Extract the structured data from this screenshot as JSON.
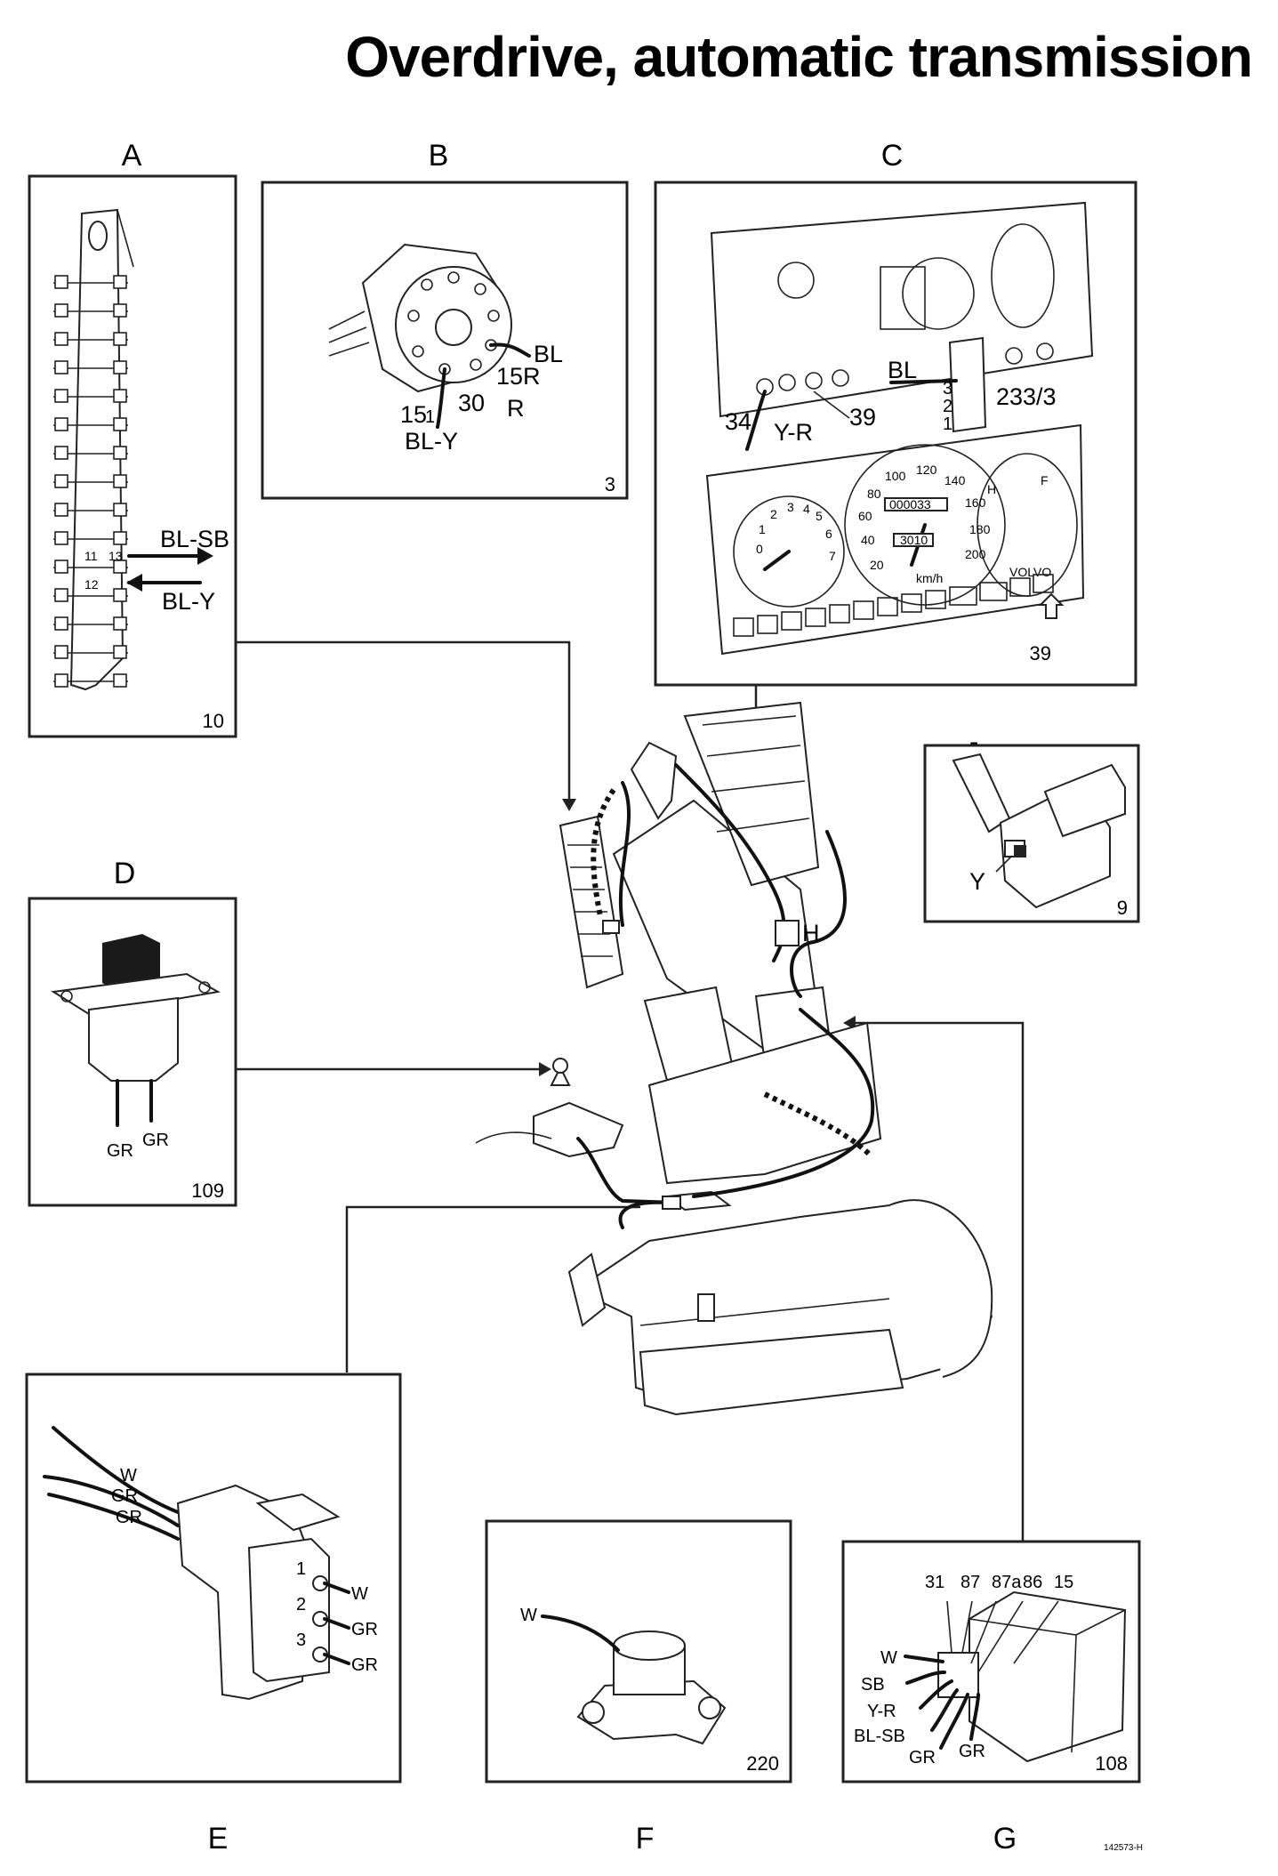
{
  "title": "Overdrive, automatic transmission",
  "figure_code": "142573-H",
  "panels": {
    "A": {
      "letter": "A",
      "number": "10",
      "wires": [
        "BL-SB",
        "BL-Y"
      ],
      "pins": [
        "11",
        "12",
        "13"
      ]
    },
    "B": {
      "letter": "B",
      "number": "3",
      "terminals": [
        "BL",
        "15R",
        "30",
        "R",
        "15",
        "1",
        "BL-Y"
      ]
    },
    "C": {
      "letter": "C",
      "number": "39",
      "labels": [
        "BL",
        "233/3",
        "34",
        "Y-R",
        "39"
      ],
      "connector_pins": [
        "3",
        "2",
        "1"
      ],
      "speedo_ticks": [
        "20",
        "40",
        "60",
        "80",
        "100",
        "120",
        "140",
        "160",
        "180",
        "200"
      ],
      "odometer": "000033",
      "tripmeter": "3010",
      "speed_unit": "km/h",
      "tacho_ticks": [
        "0",
        "1",
        "2",
        "3",
        "4",
        "5",
        "6",
        "7"
      ],
      "temp_marks": [
        "H",
        "F"
      ],
      "brand": "VOLVO"
    },
    "D": {
      "letter": "D",
      "number": "109",
      "wires": [
        "GR",
        "GR"
      ]
    },
    "E": {
      "letter": "E",
      "wires_in": [
        "W",
        "GR",
        "GR"
      ],
      "pins": [
        "1",
        "2",
        "3"
      ],
      "wires_out": [
        "W",
        "GR",
        "GR"
      ]
    },
    "F": {
      "letter": "F",
      "number": "220",
      "wires": [
        "W"
      ]
    },
    "G": {
      "letter": "G",
      "number": "108",
      "terminals": [
        "31",
        "87",
        "87a",
        "86",
        "15"
      ],
      "wires": [
        "W",
        "SB",
        "Y-R",
        "BL-SB",
        "GR",
        "GR"
      ]
    },
    "J": {
      "letter": "J",
      "number": "9",
      "wires": [
        "Y"
      ]
    },
    "H": {
      "letter": "H"
    }
  }
}
